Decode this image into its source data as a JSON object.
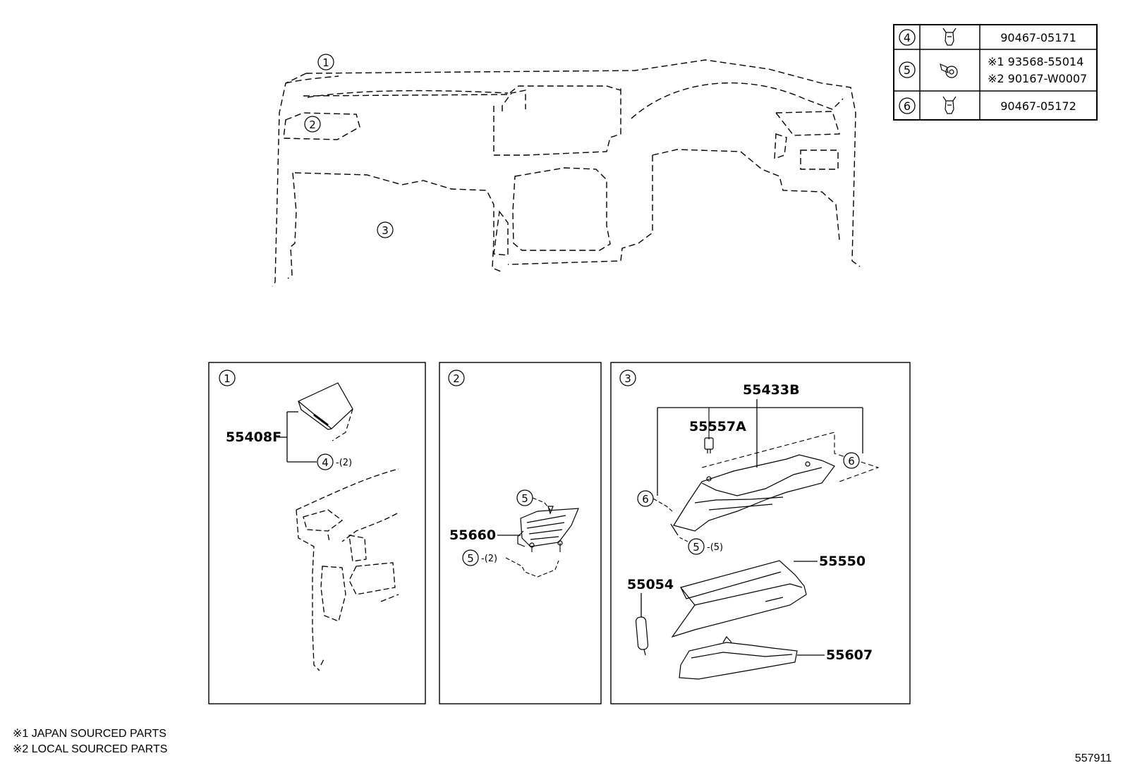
{
  "parts_table": {
    "rows": [
      {
        "ref": "4",
        "part_lines": [
          "90467-05171"
        ],
        "icon": "clip-icon"
      },
      {
        "ref": "5",
        "part_lines": [
          "※1 93568-55014",
          "※2 90167-W0007"
        ],
        "icon": "screw-icon"
      },
      {
        "ref": "6",
        "part_lines": [
          "90467-05172"
        ],
        "icon": "clip-icon"
      }
    ]
  },
  "overview": {
    "callouts": [
      "1",
      "2",
      "3"
    ]
  },
  "panel1": {
    "number": "1",
    "part": "55408F",
    "clip_ref": "4",
    "clip_qty": "-(2)"
  },
  "panel2": {
    "number": "2",
    "screw_ref_top": "5",
    "part": "55660",
    "screw_ref_bottom": "5",
    "screw_qty": "-(2)"
  },
  "panel3": {
    "number": "3",
    "part_top": "55433B",
    "part_bulb": "55557A",
    "clip_ref_left": "6",
    "clip_ref_right": "6",
    "screw_ref": "5",
    "screw_qty": "-(5)",
    "part_box": "55550",
    "part_damper": "55054",
    "part_bottom": "55607"
  },
  "footnotes": [
    "※1 JAPAN SOURCED PARTS",
    "※2 LOCAL SOURCED PARTS"
  ],
  "figure_number": "557911"
}
